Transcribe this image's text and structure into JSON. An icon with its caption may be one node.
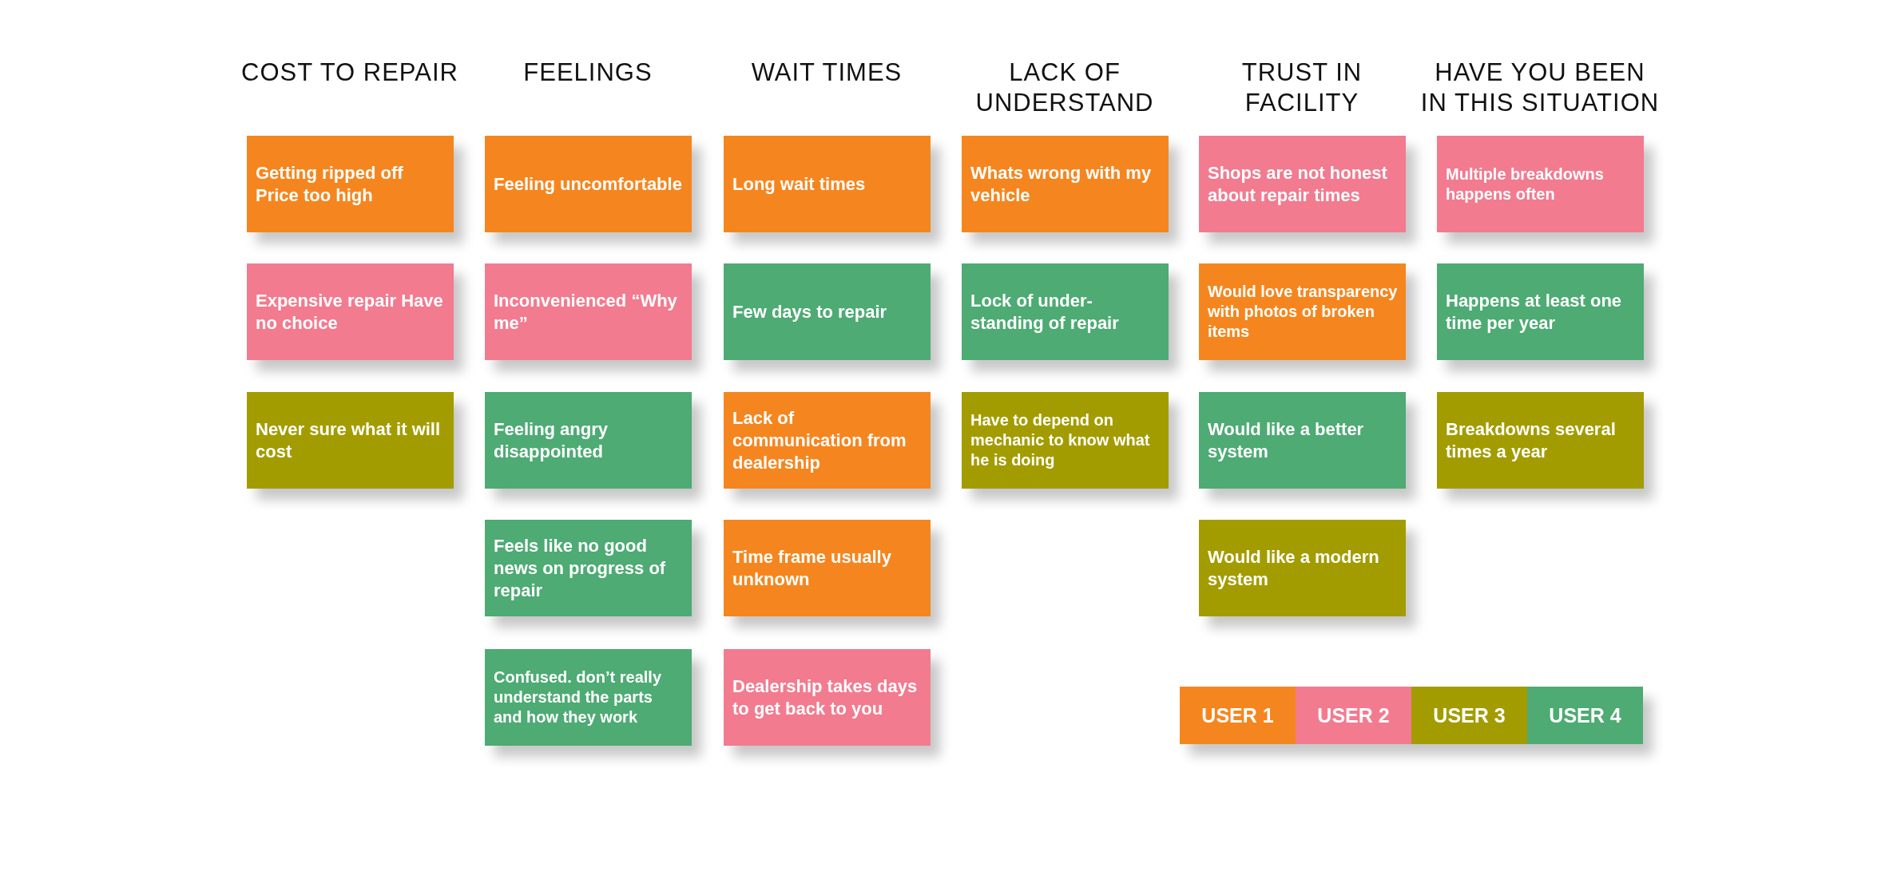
{
  "diagram": {
    "nodes": [
      {
        "text": [
          "Getting ripped off Price too high"
        ]
      },
      {
        "text": [
          "Expensive repair Have no choice"
        ]
      },
      {
        "text": [
          "Never sure what it will cost"
        ]
      },
      {
        "text": [
          "Feeling uncomfortable"
        ]
      },
      {
        "text": [
          "Inconvenienced “Why me”"
        ]
      },
      {
        "text": [
          "Feeling angry disappointed"
        ]
      },
      {
        "text": [
          "Feels like no good news on progress of repair"
        ]
      },
      {
        "text": [
          "Confused. don’t really understand  the parts and how they work"
        ]
      },
      {
        "text": [
          "Long wait times"
        ]
      },
      {
        "text": [
          "Few days to repair"
        ]
      },
      {
        "text": [
          "Lack of communication from dealership"
        ]
      },
      {
        "text": [
          "Time frame usually unknown"
        ]
      },
      {
        "text": [
          "Dealership takes days to get back to you"
        ]
      },
      {
        "text": [
          "Whats wrong with my vehicle"
        ]
      },
      {
        "text": [
          "Lock of  under-standing of repair"
        ]
      },
      {
        "text": [
          "Have to depend on mechanic to know what he is doing"
        ]
      },
      {
        "text": [
          "Shops are not honest about repair times"
        ]
      },
      {
        "text": [
          "Would love transparency with photos of broken items"
        ]
      },
      {
        "text": [
          "Would like a better system"
        ]
      },
      {
        "text": [
          "Would like a modern system"
        ]
      },
      {
        "text": [
          "Multiple breakdowns happens often"
        ]
      },
      {
        "text": [
          "Happens at least one time per year"
        ]
      },
      {
        "text": [
          "Breakdowns several times a year"
        ]
      }
    ],
    "labels": [
      "COST TO REPAIR",
      "FEELINGS",
      "WAIT TIMES",
      "LACK OF UNDERSTAND",
      "TRUST IN FACILITY",
      "HAVE YOU BEEN IN THIS SITUATION"
    ],
    "legend": [
      {
        "text": "USER 1",
        "color": "#f5861f"
      },
      {
        "text": "USER 2",
        "color": "#f27b8f"
      },
      {
        "text": "USER 3",
        "color": "#a39c00"
      },
      {
        "text": "USER 4",
        "color": "#4dab73"
      }
    ]
  }
}
